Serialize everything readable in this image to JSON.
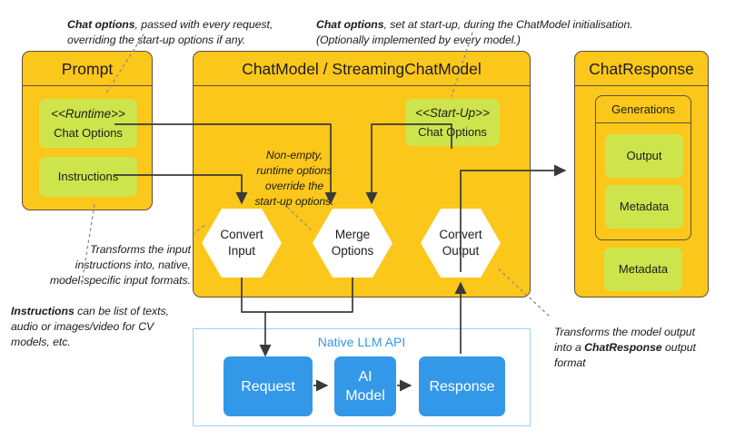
{
  "diagram": {
    "title": "LangChain4j ChatModel request/response flow",
    "colors": {
      "panel_yellow": "#FBC71A",
      "accent_green": "#CDE44C",
      "api_blue": "#3498E8",
      "api_border": "#9fd0ef",
      "stroke_dark": "#3a3a3a",
      "panel_border": "#5f5038"
    }
  },
  "annotations": {
    "runtime_note": {
      "bold": "Chat options",
      "rest": ", passed with every  request,\noverriding the start-up options if any."
    },
    "startup_note": {
      "bold": "Chat options",
      "rest": ", set at start-up, during  the ChatModel initialisation.\n(Optionally implemented by every model.)"
    },
    "convert_input_note": "Transforms the input\ninstructions into, native,\nmodel-specific input formats.",
    "instructions_note": {
      "bold": "Instructions",
      "rest": " can be list of texts,\naudio or images/video for CV\nmodels, etc."
    },
    "merge_note": "Non-empty,\nruntime options\noverride the\nstart-up options.",
    "convert_output_note": {
      "pre": "Transforms the model output\ninto  a ",
      "bold": "ChatResponse",
      "post": " output\nformat"
    }
  },
  "prompt_panel": {
    "title": "Prompt",
    "runtime_box": {
      "stereotype": "<<Runtime>>",
      "label": "Chat Options"
    },
    "instructions_box": {
      "label": "Instructions"
    }
  },
  "chatmodel_panel": {
    "title": "ChatModel / StreamingChatModel",
    "startup_box": {
      "stereotype": "<<Start-Up>>",
      "label": "Chat Options"
    },
    "steps": [
      {
        "line1": "Convert",
        "line2": "Input"
      },
      {
        "line1": "Merge",
        "line2": "Options"
      },
      {
        "line1": "Convert",
        "line2": "Output"
      }
    ]
  },
  "chatresponse_panel": {
    "title": "ChatResponse",
    "generations": {
      "title": "Generations",
      "items": [
        {
          "label": "Output"
        },
        {
          "label": "Metadata"
        }
      ]
    },
    "metadata": {
      "label": "Metadata"
    }
  },
  "api_panel": {
    "title": "Native LLM API",
    "nodes": [
      {
        "line1": "Request",
        "line2": ""
      },
      {
        "line1": "AI",
        "line2": "Model"
      },
      {
        "line1": "Response",
        "line2": ""
      }
    ]
  }
}
